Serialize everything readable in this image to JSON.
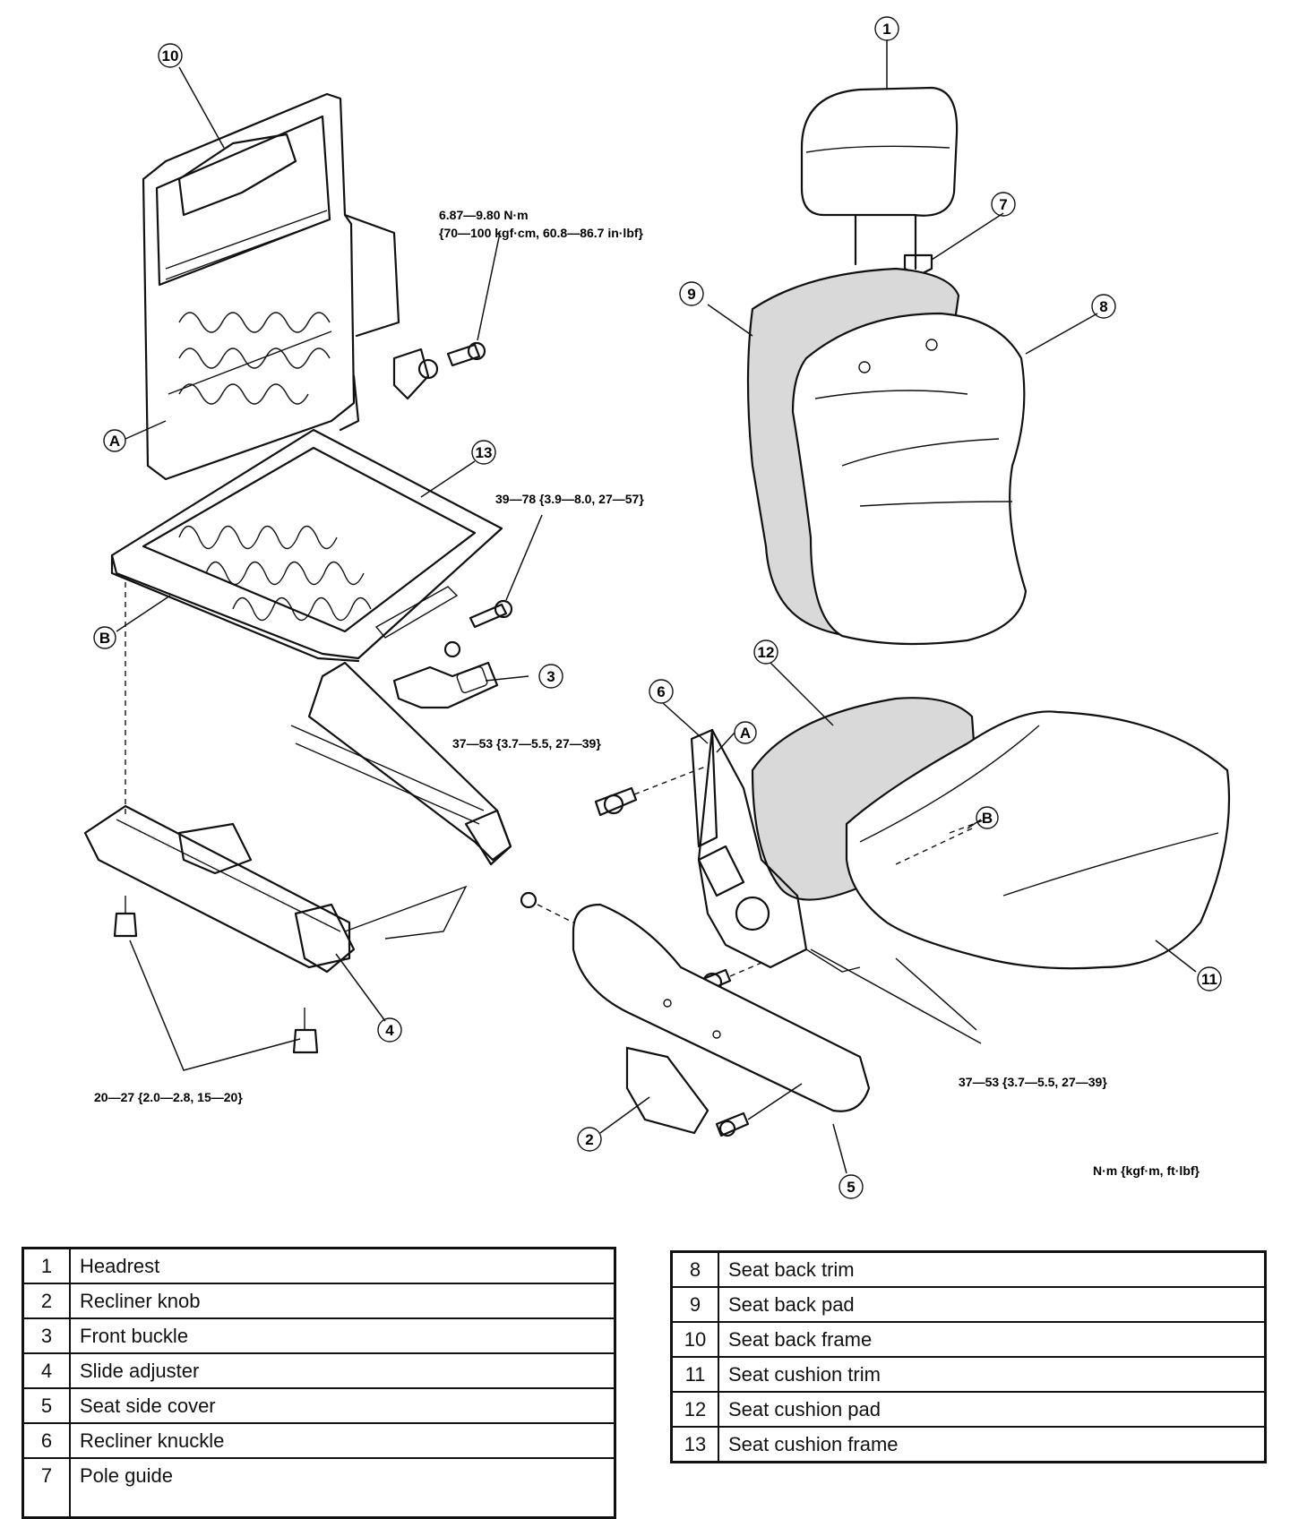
{
  "units_note": "N·m {kgf·m, ft·lbf}",
  "torques": {
    "recliner_bolt_top": [
      "6.87—9.80 N·m",
      "{70—100 kgf·cm, 60.8—86.7 in·lbf}"
    ],
    "cushion_frame_bolt": "39—78 {3.9—8.0, 27—57}",
    "knuckle_bolt_top": "37—53 {3.7—5.5, 27—39}",
    "knuckle_bolt_bottom": "37—53 {3.7—5.5, 27—39}",
    "slide_adjuster_bolts": "20—27 {2.0—2.8, 15—20}"
  },
  "ref_marks": {
    "a": "A",
    "b": "B"
  },
  "callouts": [
    "1",
    "2",
    "3",
    "4",
    "5",
    "6",
    "7",
    "8",
    "9",
    "10",
    "11",
    "12",
    "13"
  ],
  "parts_left": [
    {
      "num": "1",
      "name": "Headrest"
    },
    {
      "num": "2",
      "name": "Recliner knob"
    },
    {
      "num": "3",
      "name": "Front buckle"
    },
    {
      "num": "4",
      "name": "Slide adjuster"
    },
    {
      "num": "5",
      "name": "Seat side cover"
    },
    {
      "num": "6",
      "name": "Recliner knuckle"
    },
    {
      "num": "7",
      "name": "Pole guide"
    }
  ],
  "parts_right": [
    {
      "num": "8",
      "name": "Seat back trim"
    },
    {
      "num": "9",
      "name": "Seat back pad"
    },
    {
      "num": "10",
      "name": "Seat back frame"
    },
    {
      "num": "11",
      "name": "Seat cushion trim"
    },
    {
      "num": "12",
      "name": "Seat cushion pad"
    },
    {
      "num": "13",
      "name": "Seat cushion frame"
    }
  ]
}
